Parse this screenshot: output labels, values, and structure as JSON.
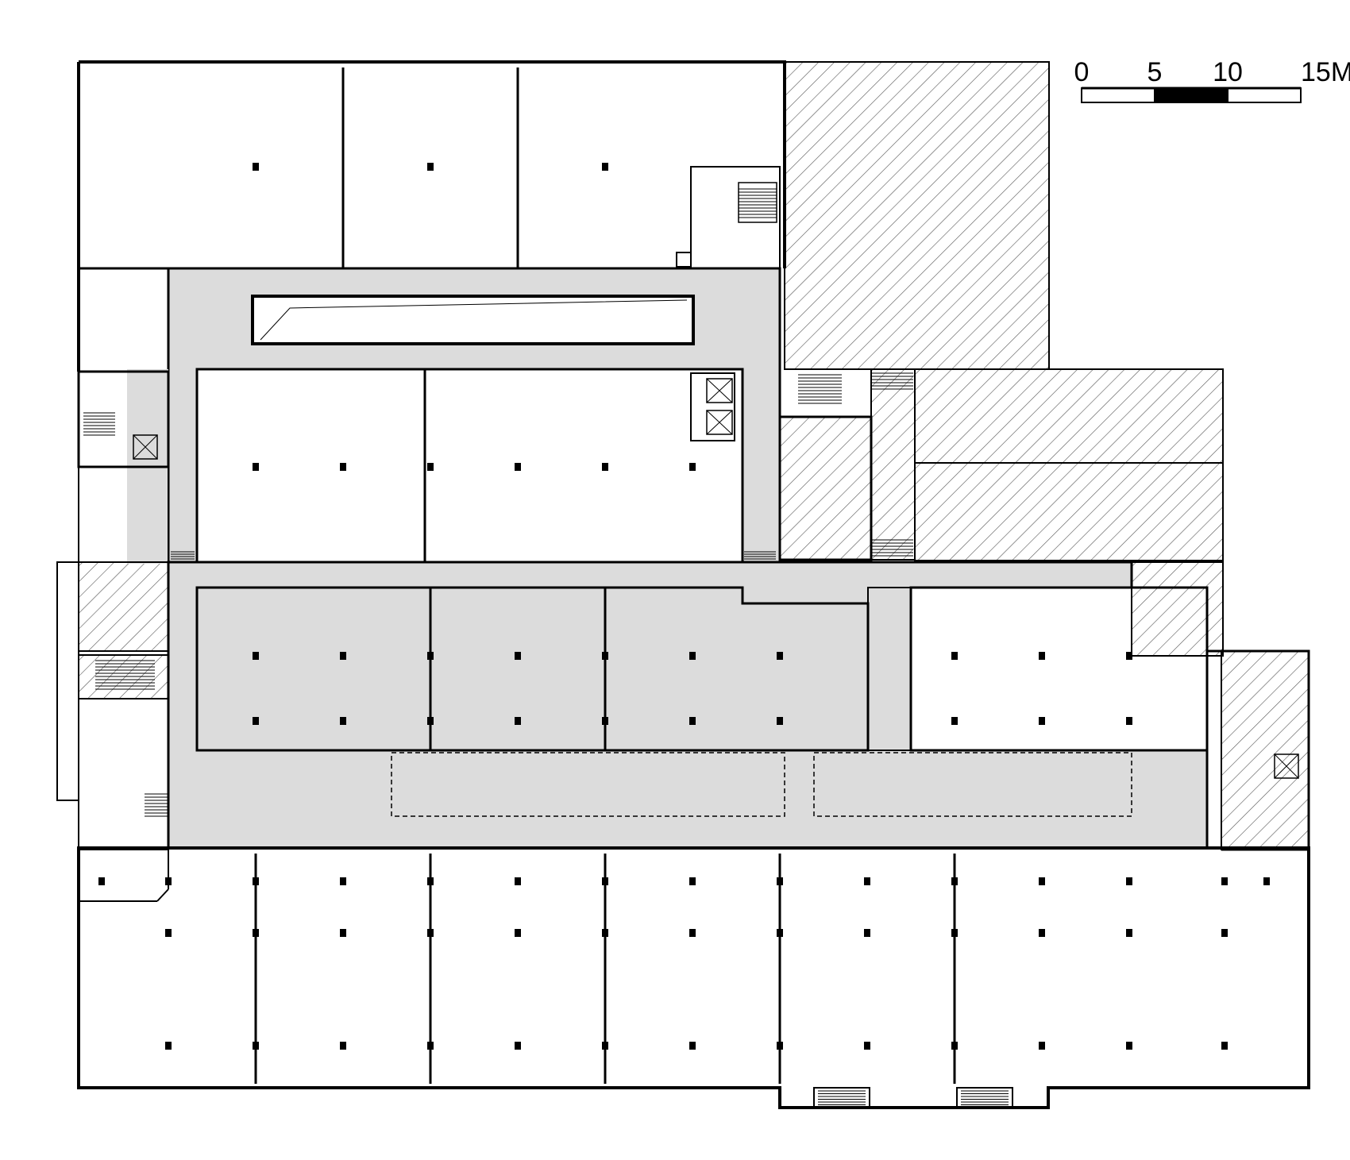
{
  "scale_bar": {
    "labels": [
      "0",
      "5",
      "10",
      "15M"
    ]
  },
  "colors": {
    "corridor": "#dcdcdc",
    "wall": "#000000",
    "hatch": "#555555",
    "background": "#ffffff"
  }
}
